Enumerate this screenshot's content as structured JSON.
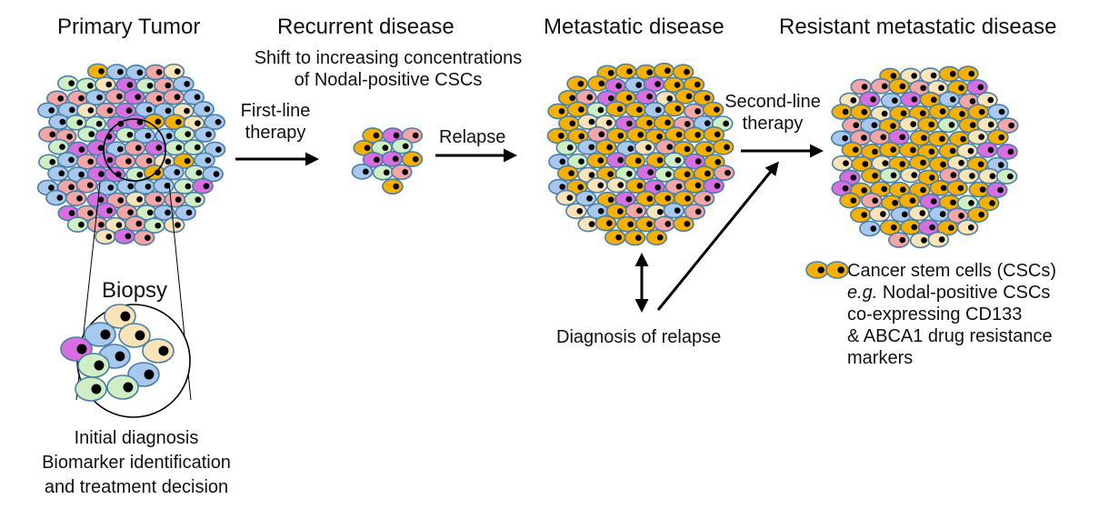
{
  "stages": [
    {
      "id": "primary",
      "title": "Primary Tumor"
    },
    {
      "id": "recurrent",
      "title": "Recurrent disease"
    },
    {
      "id": "metastatic",
      "title": "Metastatic disease"
    },
    {
      "id": "resistant",
      "title": "Resistant metastatic disease"
    }
  ],
  "recurrent_note": [
    "Shift to increasing concentrations",
    "of Nodal-positive CSCs"
  ],
  "arrows": {
    "first_line": [
      "First-line",
      "therapy"
    ],
    "relapse": "Relapse",
    "second_line": [
      "Second-line",
      "therapy"
    ]
  },
  "biopsy": {
    "title": "Biopsy",
    "caption": [
      "Initial diagnosis",
      "Biomarker identification",
      "and treatment decision"
    ]
  },
  "diagnosis_of_relapse": "Diagnosis of relapse",
  "legend": {
    "icon": "cancer-stem-cell-icon",
    "line1": "Cancer stem cells (CSCs)",
    "line2_italic": "e.g.",
    "line2_rest": " Nodal-positive CSCs",
    "line3": "co-expressing CD133",
    "line4": "& ABCA1 drug resistance",
    "line5": "markers"
  },
  "cell_types": {
    "csc": {
      "fill": "#f5b000",
      "stroke": "#4a7fa8"
    },
    "blue": {
      "fill": "#a9c8ee",
      "stroke": "#4a7fa8"
    },
    "pink": {
      "fill": "#f4a6a6",
      "stroke": "#4a7fa8"
    },
    "green": {
      "fill": "#cfeec4",
      "stroke": "#4a7fa8"
    },
    "cream": {
      "fill": "#fbe3b8",
      "stroke": "#4a7fa8"
    },
    "magenta": {
      "fill": "#d86fe0",
      "stroke": "#4a7fa8"
    },
    "nucleus": "#000000"
  },
  "composition": {
    "primary": {
      "csc": 0.04,
      "blue": 0.3,
      "pink": 0.22,
      "green": 0.18,
      "cream": 0.14,
      "magenta": 0.12
    },
    "recurrent": {
      "csc": 0.3,
      "blue": 0.3,
      "pink": 0.15,
      "green": 0.15,
      "magenta": 0.1
    },
    "metastatic": {
      "csc": 0.42,
      "blue": 0.12,
      "pink": 0.14,
      "green": 0.06,
      "cream": 0.16,
      "magenta": 0.1
    },
    "resistant": {
      "csc": 0.55,
      "blue": 0.08,
      "pink": 0.12,
      "green": 0.05,
      "cream": 0.14,
      "magenta": 0.06
    }
  },
  "biopsy_cells": [
    "cream",
    "blue",
    "cream",
    "magenta",
    "blue",
    "cream",
    "green",
    "blue",
    "green",
    "green"
  ]
}
